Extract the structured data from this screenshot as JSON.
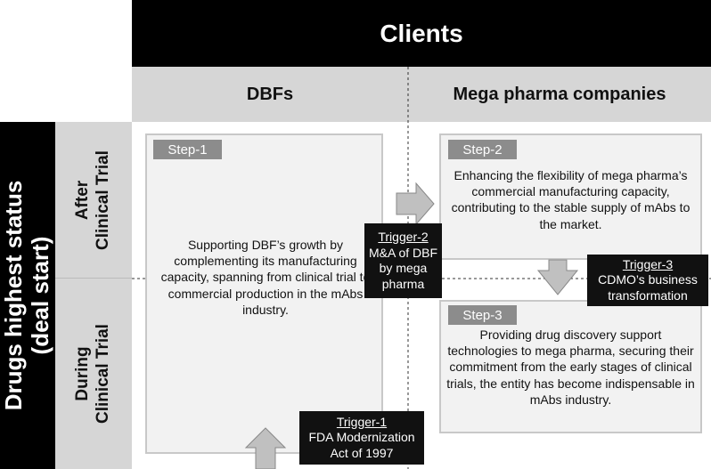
{
  "header": {
    "clients": "Clients",
    "col_dbfs": "DBFs",
    "col_mega": "Mega pharma companies"
  },
  "side": {
    "main_line1": "Drugs highest status",
    "main_line2": "(deal start)",
    "after_line1": "After",
    "after_line2": "Clinical Trial",
    "during_line1": "During",
    "during_line2": "Clinical Trial"
  },
  "steps": {
    "step1": {
      "label": "Step-1",
      "text": "Supporting DBF’s growth by complementing its manufacturing capacity, spanning from clinical trial to commercial production in the mAbs industry."
    },
    "step2": {
      "label": "Step-2",
      "text": "Enhancing the flexibility of mega pharma’s commercial manufacturing capacity, contributing to the stable supply of mAbs to the market."
    },
    "step3": {
      "label": "Step-3",
      "text": "Providing drug discovery support technologies to mega pharma, securing their commitment from the early stages of clinical trials, the entity has become indispensable in mAbs industry."
    }
  },
  "triggers": {
    "t1": {
      "title": "Trigger-1",
      "line1": "FDA Modernization",
      "line2": "Act of 1997"
    },
    "t2": {
      "title": "Trigger-2",
      "line1": "M&A  of DBF",
      "line2": "by mega",
      "line3": "pharma"
    },
    "t3": {
      "title": "Trigger-3",
      "line1": "CDMO’s business",
      "line2": "transformation"
    }
  },
  "colors": {
    "black": "#000000",
    "header_gray": "#d6d6d6",
    "panel": "#f2f2f2",
    "step_badge": "#8c8c8c",
    "arrow": "#c0c0c0"
  }
}
